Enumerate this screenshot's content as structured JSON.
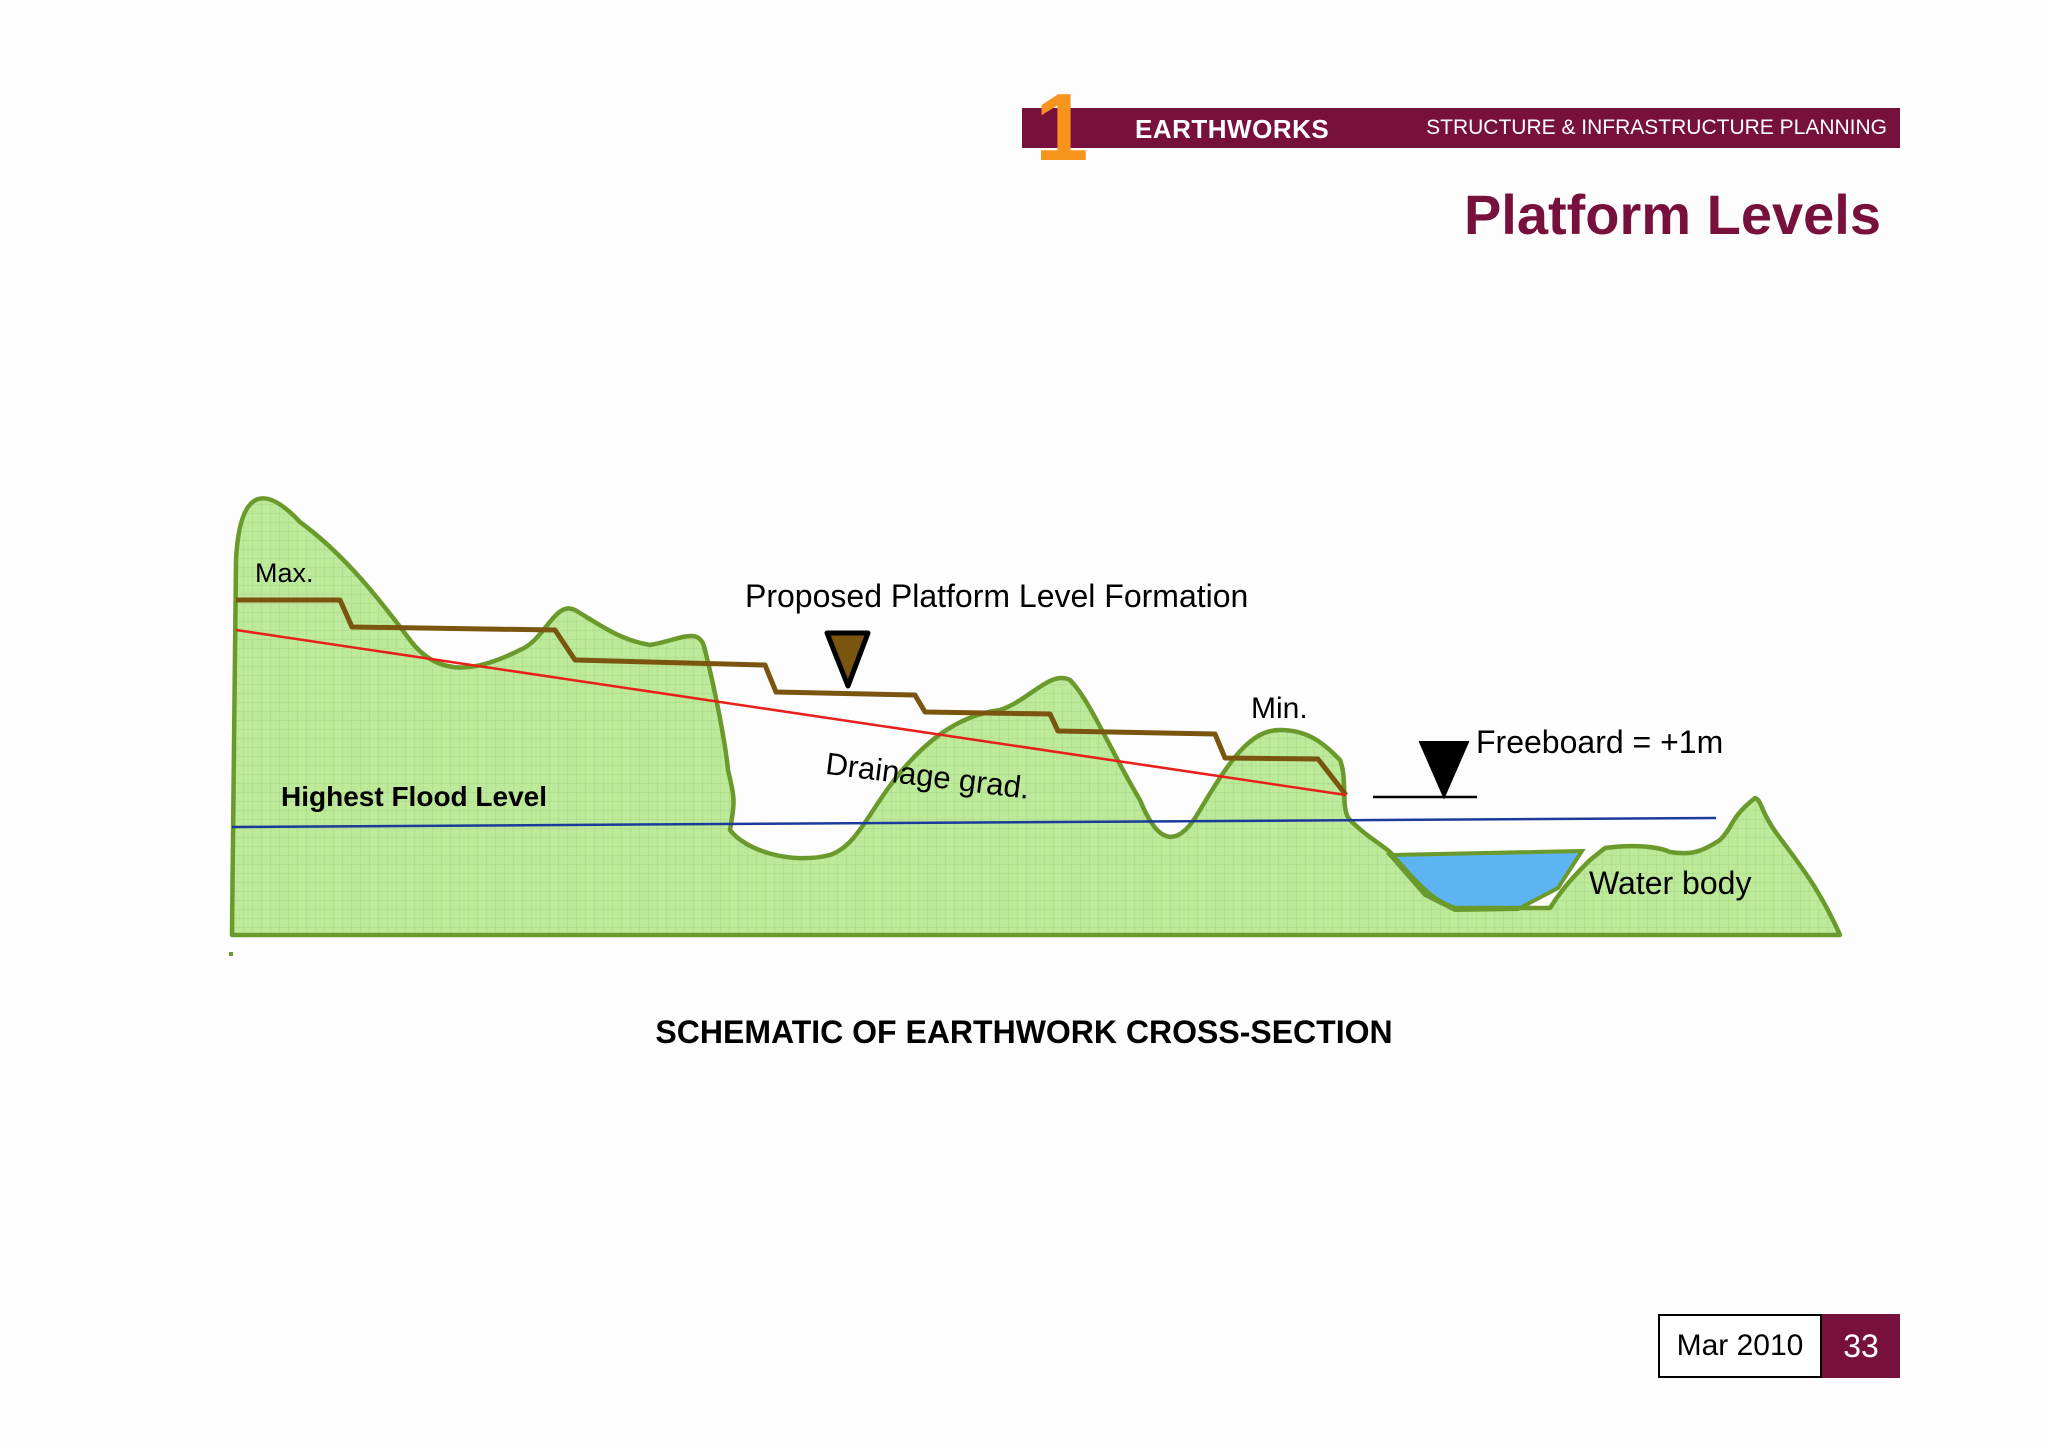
{
  "header": {
    "section_number": "1",
    "section_title": "EARTHWORKS",
    "subtitle": "STRUCTURE & INFRASTRUCTURE PLANNING"
  },
  "page_title": "Platform Levels",
  "diagram": {
    "labels": {
      "max": "Max.",
      "proposed": "Proposed Platform Level Formation",
      "min": "Min.",
      "freeboard": "Freeboard = +1m",
      "drainage": "Drainage grad.",
      "flood": "Highest Flood Level",
      "water": "Water body"
    },
    "caption": "SCHEMATIC OF EARTHWORK CROSS-SECTION",
    "colors": {
      "terrain_fill": "#bde99a",
      "terrain_outline": "#6a9a2c",
      "platform_line": "#7a5510",
      "drainage_line": "#e8201c",
      "flood_line": "#1b3a9a",
      "water": "#5db4f2"
    }
  },
  "footer": {
    "date": "Mar 2010",
    "page_number": "33"
  }
}
